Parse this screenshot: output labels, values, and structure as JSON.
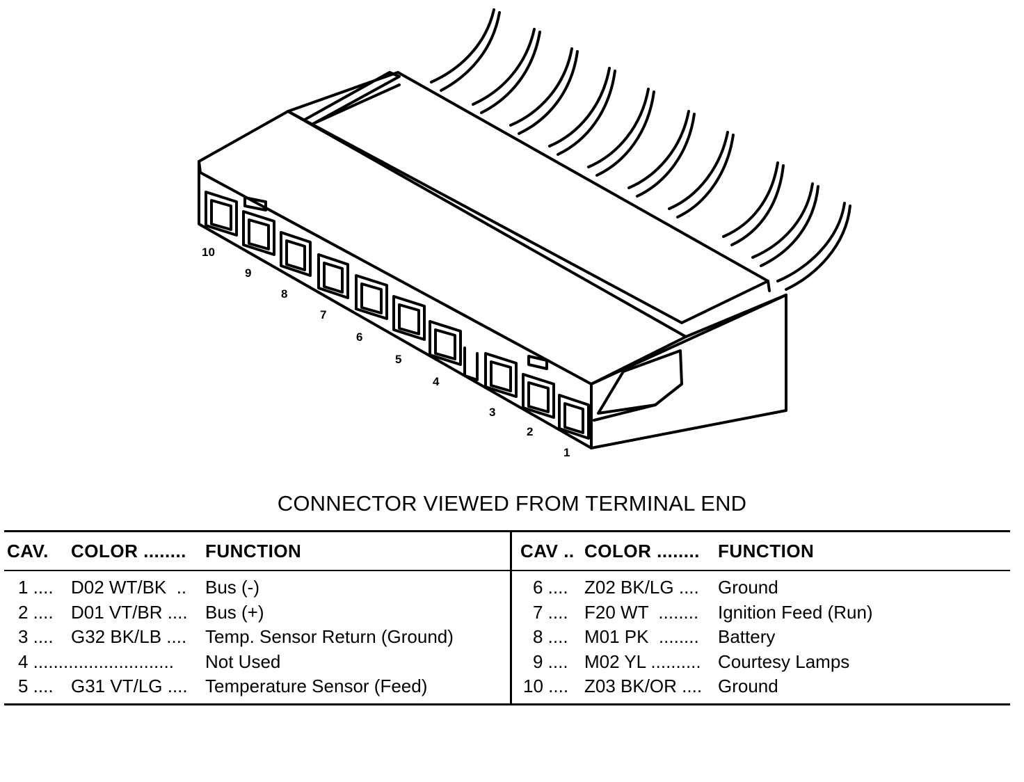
{
  "diagram": {
    "cavity_labels": [
      "1",
      "2",
      "3",
      "4",
      "5",
      "6",
      "7",
      "8",
      "9",
      "10"
    ]
  },
  "caption": "CONNECTOR VIEWED FROM TERMINAL END",
  "table": {
    "left_header": {
      "cav": "CAV.",
      "color": "COLOR ........",
      "function": "FUNCTION"
    },
    "right_header": {
      "cav": "CAV ..",
      "color": "COLOR ........",
      "function": "FUNCTION"
    },
    "left_rows": [
      {
        "cav": "1 ....",
        "color": "D02 WT/BK  ..",
        "function": "Bus (-)"
      },
      {
        "cav": "2 ....",
        "color": "D01 VT/BR ....",
        "function": "Bus (+)"
      },
      {
        "cav": "3 ....",
        "color": "G32 BK/LB ....",
        "function": "Temp. Sensor Return (Ground)"
      },
      {
        "cav": "4 ............................",
        "color": "",
        "function": "Not Used"
      },
      {
        "cav": "5 ....",
        "color": "G31 VT/LG ....",
        "function": "Temperature Sensor (Feed)"
      }
    ],
    "right_rows": [
      {
        "cav": "6 ....",
        "color": "Z02 BK/LG ....",
        "function": "Ground"
      },
      {
        "cav": "7 ....",
        "color": "F20 WT  ........",
        "function": "Ignition Feed (Run)"
      },
      {
        "cav": "8 ....",
        "color": "M01 PK  ........",
        "function": "Battery"
      },
      {
        "cav": "9 ....",
        "color": "M02 YL ..........",
        "function": "Courtesy Lamps"
      },
      {
        "cav": "10 ....",
        "color": "Z03 BK/OR ....",
        "function": "Ground"
      }
    ]
  }
}
